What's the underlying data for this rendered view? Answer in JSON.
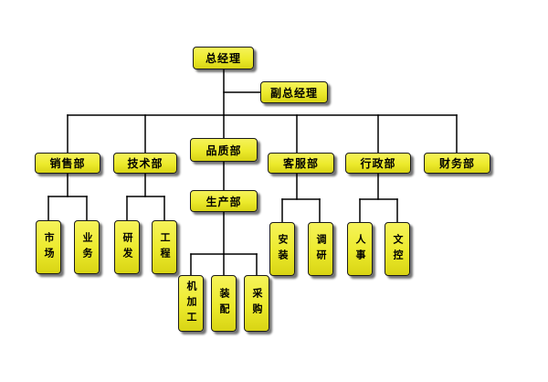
{
  "org_chart": {
    "root": "总经理",
    "deputy": "副总经理",
    "departments": {
      "sales": "销售部",
      "tech": "技术部",
      "quality": "品质部",
      "production": "生产部",
      "service": "客服部",
      "admin": "行政部",
      "finance": "财务部"
    },
    "units": {
      "market": "市场",
      "business": "业务",
      "research": "研发",
      "engineering": "工程",
      "install": "安装",
      "survey": "调研",
      "hr": "人事",
      "document_control": "文控",
      "machining": "机加工",
      "assembly": "装配",
      "purchasing": "采购"
    }
  }
}
